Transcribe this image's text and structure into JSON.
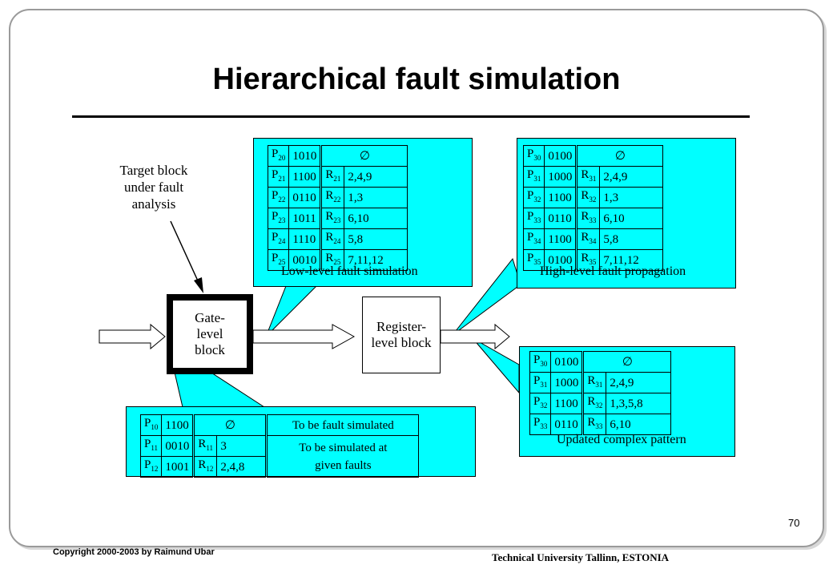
{
  "title": "Hierarchical fault simulation",
  "note_lines": [
    "Target block",
    "under fault",
    "analysis"
  ],
  "blocks": {
    "gate_level": "Gate- level block",
    "register_level": "Register- level block"
  },
  "low_level_table": {
    "caption": "Low-level fault simulation",
    "header": {
      "p": "P",
      "p_sub": "20",
      "val": "1010",
      "fault": "∅"
    },
    "rows": [
      {
        "p": "P",
        "p_sub": "21",
        "val": "1100",
        "r": "R",
        "r_sub": "21",
        "faults": "2,4,9"
      },
      {
        "p": "P",
        "p_sub": "22",
        "val": "0110",
        "r": "R",
        "r_sub": "22",
        "faults": "1,3"
      },
      {
        "p": "P",
        "p_sub": "23",
        "val": "1011",
        "r": "R",
        "r_sub": "23",
        "faults": "6,10"
      },
      {
        "p": "P",
        "p_sub": "24",
        "val": "1110",
        "r": "R",
        "r_sub": "24",
        "faults": "5,8"
      },
      {
        "p": "P",
        "p_sub": "25",
        "val": "0010",
        "r": "R",
        "r_sub": "25",
        "faults": "7,11,12"
      }
    ]
  },
  "high_level_table": {
    "caption": "High-level fault propagation",
    "header": {
      "p": "P",
      "p_sub": "30",
      "val": "0100",
      "fault": "∅"
    },
    "rows": [
      {
        "p": "P",
        "p_sub": "31",
        "val": "1000",
        "r": "R",
        "r_sub": "31",
        "faults": "2,4,9"
      },
      {
        "p": "P",
        "p_sub": "32",
        "val": "1100",
        "r": "R",
        "r_sub": "32",
        "faults": "1,3"
      },
      {
        "p": "P",
        "p_sub": "33",
        "val": "0110",
        "r": "R",
        "r_sub": "33",
        "faults": "6,10"
      },
      {
        "p": "P",
        "p_sub": "34",
        "val": "1100",
        "r": "R",
        "r_sub": "34",
        "faults": "5,8"
      },
      {
        "p": "P",
        "p_sub": "35",
        "val": "0100",
        "r": "R",
        "r_sub": "35",
        "faults": "7,11,12"
      }
    ]
  },
  "updated_table": {
    "caption": "Updated complex pattern",
    "header": {
      "p": "P",
      "p_sub": "30",
      "val": "0100",
      "fault": "∅"
    },
    "rows": [
      {
        "p": "P",
        "p_sub": "31",
        "val": "1000",
        "r": "R",
        "r_sub": "31",
        "faults": "2,4,9"
      },
      {
        "p": "P",
        "p_sub": "32",
        "val": "1100",
        "r": "R",
        "r_sub": "32",
        "faults": "1,3,5,8"
      },
      {
        "p": "P",
        "p_sub": "33",
        "val": "0110",
        "r": "R",
        "r_sub": "33",
        "faults": "6,10"
      }
    ]
  },
  "input_table": {
    "header": {
      "p": "P",
      "p_sub": "10",
      "val": "1100",
      "fault": "∅",
      "note": "To be fault simulated"
    },
    "rows": [
      {
        "p": "P",
        "p_sub": "11",
        "val": "0010",
        "r": "R",
        "r_sub": "11",
        "faults": "3"
      },
      {
        "p": "P",
        "p_sub": "12",
        "val": "1001",
        "r": "R",
        "r_sub": "12",
        "faults": "2,4,8"
      }
    ],
    "merged_note_lines": [
      "To be simulated at",
      "given faults"
    ]
  },
  "footer": {
    "page_number": "70",
    "copyright": "Copyright  2000-2003  by  Raimund  Ubar",
    "university": "Technical University Tallinn, ESTONIA"
  },
  "colors": {
    "callout": "#00ffff",
    "frame": "#9a9a9a"
  }
}
